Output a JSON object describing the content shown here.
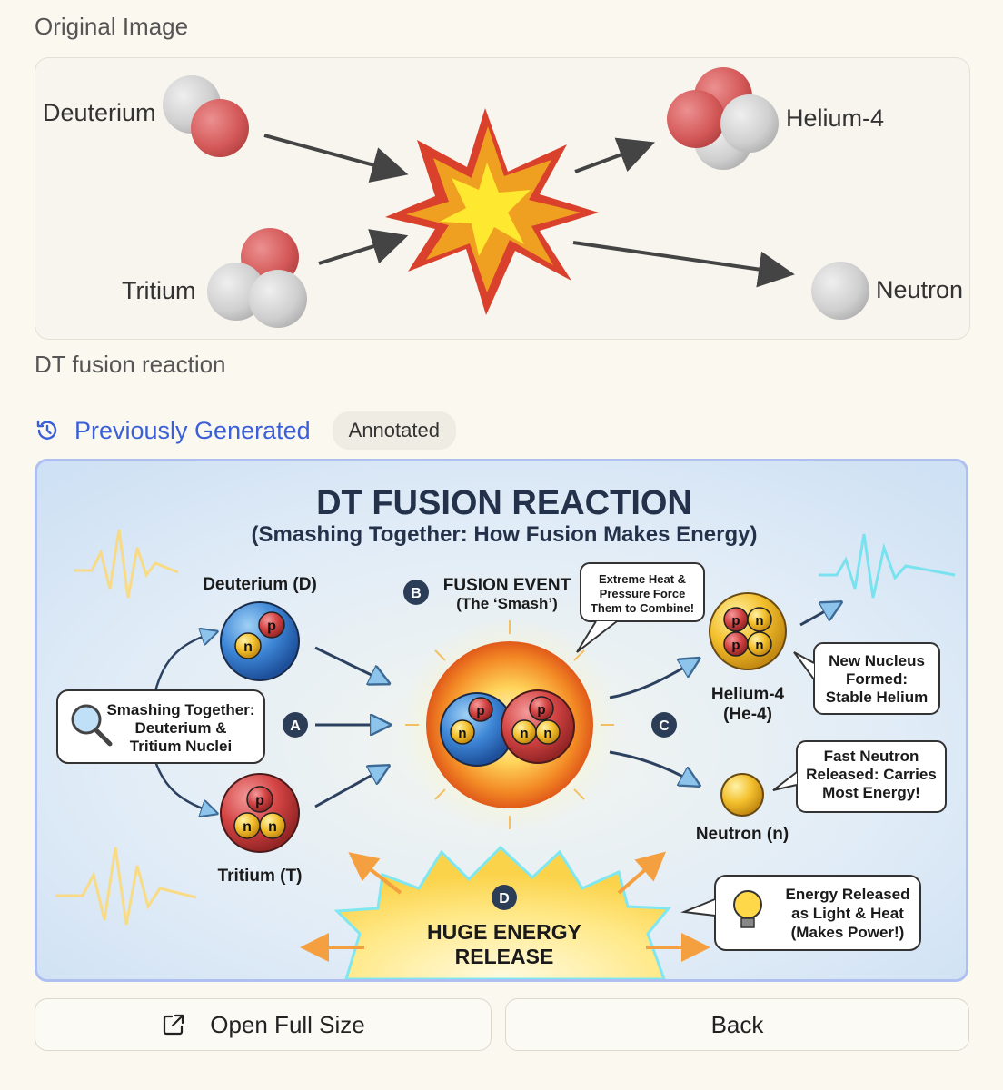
{
  "original_section": {
    "title": "Original Image",
    "caption": "DT fusion reaction",
    "labels": {
      "deuterium": "Deuterium",
      "tritium": "Tritium",
      "helium": "Helium-4",
      "neutron": "Neutron"
    }
  },
  "previous": {
    "label": "Previously Generated",
    "badge": "Annotated",
    "icon": "history-icon"
  },
  "infographic": {
    "title": "DT FUSION REACTION",
    "subtitle": "(Smashing Together: How Fusion Makes Energy)",
    "deuterium_label": "Deuterium (D)",
    "tritium_label": "Tritium (T)",
    "helium_label_1": "Helium-4",
    "helium_label_2": "(He-4)",
    "neutron_label": "Neutron (n)",
    "fusion_event_1": "FUSION EVENT",
    "fusion_event_2": "(The ‘Smash’)",
    "heat_bubble": [
      "Extreme Heat &",
      "Pressure Force",
      "Them to Combine!"
    ],
    "smash_bubble": [
      "Smashing Together:",
      "Deuterium &",
      "Tritium Nuclei"
    ],
    "nucleus_bubble": [
      "New Nucleus",
      "Formed:",
      "Stable Helium"
    ],
    "neutron_bubble": [
      "Fast Neutron",
      "Released: Carries",
      "Most Energy!"
    ],
    "energy_bubble": [
      "Energy Released",
      "as Light & Heat",
      "(Makes Power!)"
    ],
    "energy_release_1": "HUGE ENERGY",
    "energy_release_2": "RELEASE",
    "markers": [
      "A",
      "B",
      "C",
      "D"
    ],
    "p": "p",
    "n": "n"
  },
  "buttons": {
    "open_full_size": "Open Full Size",
    "back": "Back"
  },
  "colors": {
    "accent": "#3a5fd9",
    "proton": "#d55a5a",
    "neutron": "#cfcfcf",
    "burst_orange": "#f0a020",
    "burst_yellow": "#ffe930"
  }
}
